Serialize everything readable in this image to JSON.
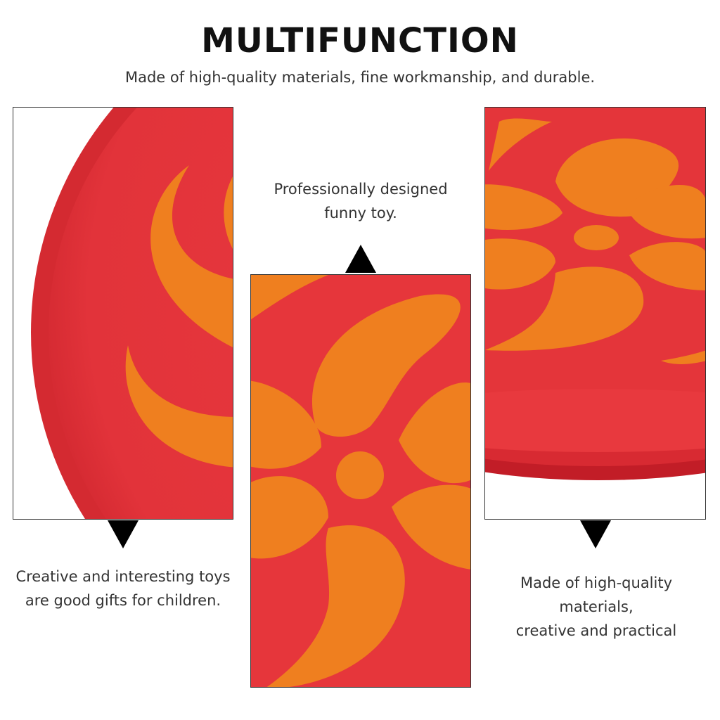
{
  "header": {
    "title": "MULTIFUNCTION",
    "subtitle": "Made of high-quality materials, fine workmanship, and durable."
  },
  "captions": {
    "middle": [
      "Professionally designed",
      "funny toy."
    ],
    "left": [
      "Creative and interesting toys",
      "are good gifts for children."
    ],
    "right": [
      "Made of high-quality",
      "materials,",
      "creative and practical"
    ]
  },
  "colors": {
    "disc_red": "#e8373c",
    "disc_red_dark": "#c8202a",
    "pattern_orange": "#ef7f1f",
    "arrow": "#000000"
  },
  "icons": {
    "arrow_up": "arrow-up-icon",
    "arrow_down": "arrow-down-icon"
  }
}
